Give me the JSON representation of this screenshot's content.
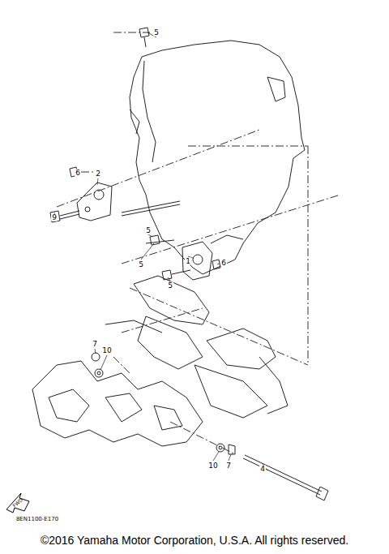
{
  "diagram": {
    "caption": "©2016 Yamaha Motor Corporation, U.S.A. All rights reserved.",
    "labels": [
      "5",
      "6",
      "2",
      "9",
      "5",
      "5",
      "5",
      "1",
      "6",
      "7",
      "10",
      "10",
      "7",
      "4",
      "FWD",
      "8EN1100-E170"
    ]
  }
}
